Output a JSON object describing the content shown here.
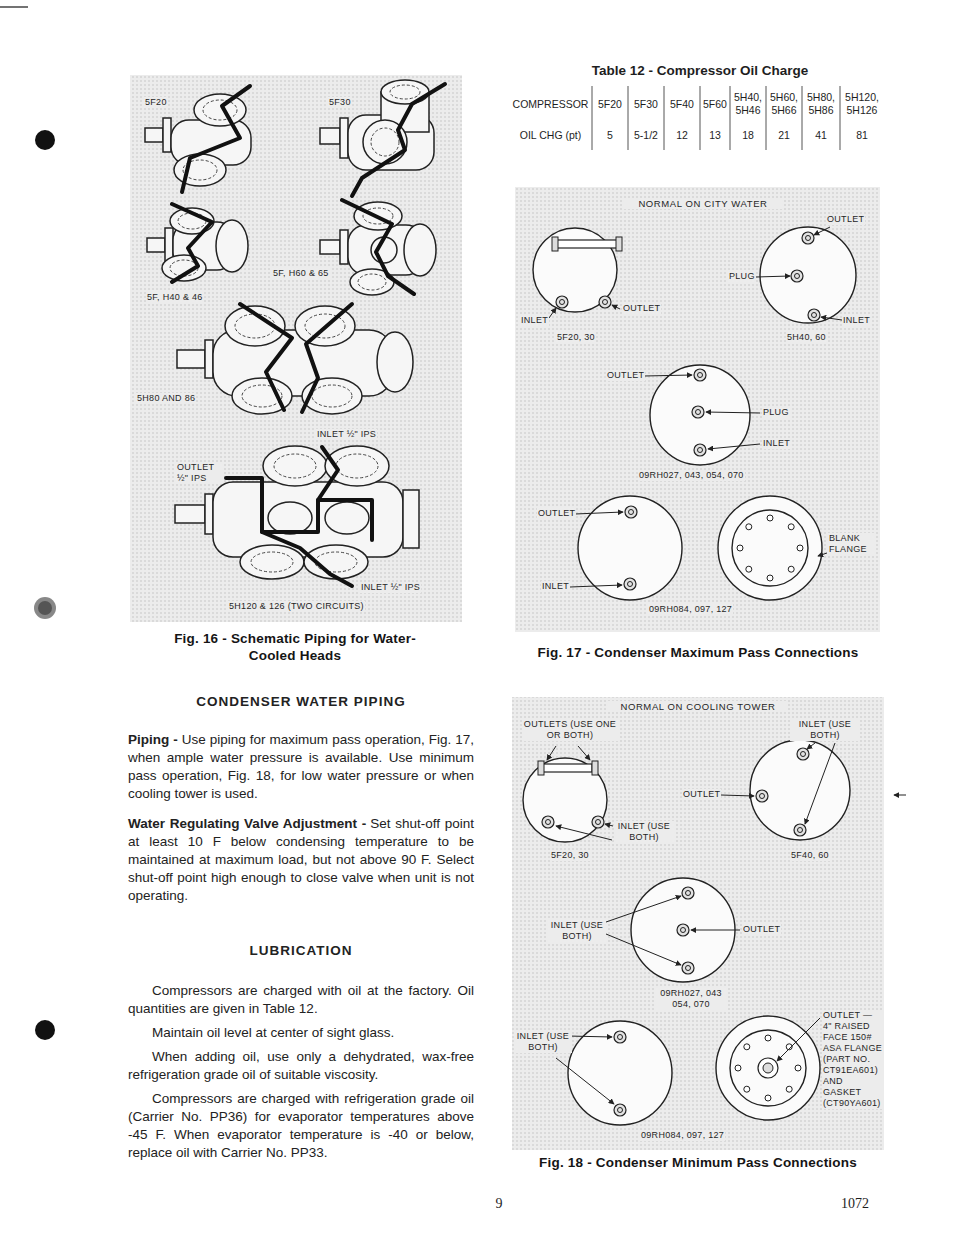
{
  "diagram": {
    "nodes": [
      {
        "text": [
          "5F20",
          "5F30",
          "5F, H40 & 46",
          "5F, H60 & 65",
          "5H80 AND 86",
          "INLET ½\" IPS",
          "OUTLET ½\" IPS",
          "INLET ½\" IPS",
          "5H120 & 126 (TWO CIRCUITS)",
          "Fig. 16 - Schematic Piping for Water-Cooled Heads"
        ]
      },
      {
        "text": [
          "NORMAL ON CITY WATER",
          "OUTLET",
          "PLUG",
          "INLET",
          "OUTLET",
          "INLET",
          "5F20, 30",
          "5H40, 60",
          "OUTLET",
          "PLUG",
          "INLET",
          "09RH027, 043, 054, 070",
          "OUTLET",
          "BLANK FLANGE",
          "INLET",
          "09RH084, 097, 127",
          "Fig. 17 - Condenser Maximum Pass Connections"
        ]
      },
      {
        "text": [
          "NORMAL ON COOLING TOWER",
          "OUTLETS (USE ONE OR BOTH)",
          "INLET (USE BOTH)",
          "OUTLET",
          "INLET (USE BOTH)",
          "5F20, 30",
          "5F40, 60",
          "INLET (USE BOTH)",
          "OUTLET",
          "09RH027, 043 054, 070",
          "INLET (USE BOTH)",
          "OUTLET — 4\" RAISED FACE 150# ASA FLANGE (PART NO. CT91EA601) AND GASKET (CT90YA601)",
          "09RH084, 097, 127",
          "Fig. 18 - Condenser Minimum Pass Connections"
        ]
      }
    ],
    "labels": [
      "Table 12 - Compressor Oil Charge",
      "COMPRESSOR",
      "5F20",
      "5F30",
      "5F40",
      "5F60",
      "5H40, 5H46",
      "5H60, 5H66",
      "5H80, 5H86",
      "5H120, 5H126",
      "OIL CHG (pt)",
      "5",
      "5-1/2",
      "12",
      "13",
      "18",
      "21",
      "41",
      "81",
      "CONDENSER WATER PIPING",
      "Piping -",
      "Use piping for maximum pass operation, Fig. 17, when ample water pressure is available. Use minimum pass operation, Fig. 18, for low water pressure or when cooling tower is used.",
      "Water Regulating Valve Adjustment -",
      "Set shut-off point at least 10 F below condensing temperature to be maintained at maximum load, but not above 90 F. Select shut-off point high enough to close valve when unit is not operating.",
      "LUBRICATION",
      "Compressors are charged with oil at the factory. Oil quantities are given in Table 12.",
      "Maintain oil level at center of sight glass.",
      "When adding oil, use only a dehydrated, wax-free refrigeration grade oil of suitable viscosity.",
      "Compressors are charged with refrigeration grade oil (Carrier No. PP36) for evaporator temperatures above -45 F. When evaporator temperature is -40 or below, replace oil with Carrier No. PP33.",
      "9",
      "1072"
    ]
  }
}
